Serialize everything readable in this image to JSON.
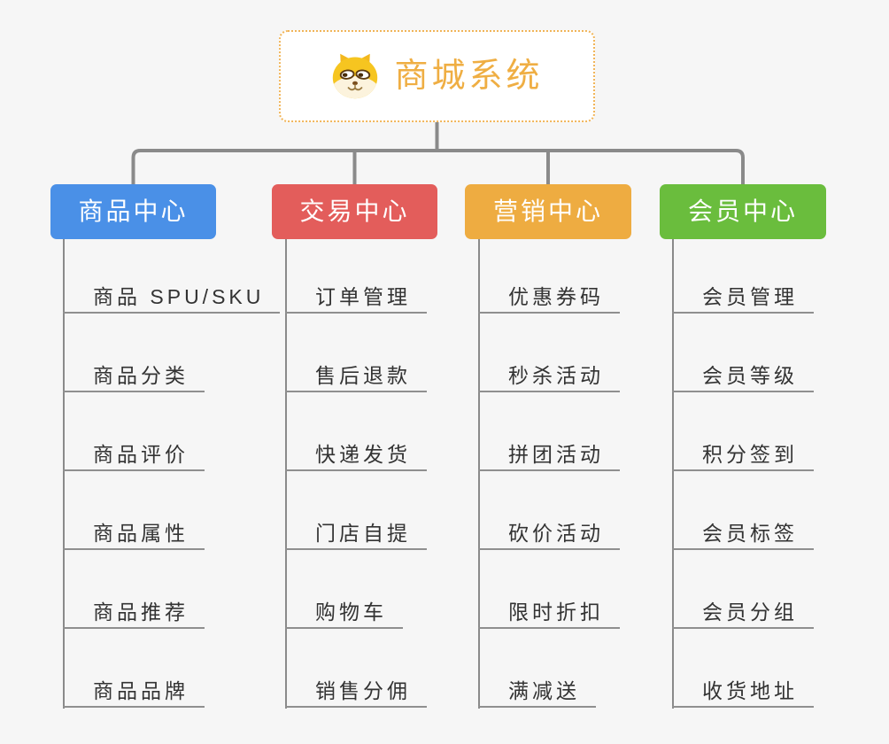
{
  "page": {
    "background_color": "#f6f6f6",
    "connector_color": "#8a8a8a",
    "underline_color": "#8f8f8f"
  },
  "root": {
    "title": "商城系统",
    "icon": "doge-face-icon",
    "text_color": "#efae43",
    "border_color": "#f1b559"
  },
  "branches": [
    {
      "label": "商品中心",
      "color": "#4a90e7",
      "children": [
        "商品 SPU/SKU",
        "商品分类",
        "商品评价",
        "商品属性",
        "商品推荐",
        "商品品牌"
      ]
    },
    {
      "label": "交易中心",
      "color": "#e35d5b",
      "children": [
        "订单管理",
        "售后退款",
        "快递发货",
        "门店自提",
        "购物车",
        "销售分佣"
      ]
    },
    {
      "label": "营销中心",
      "color": "#eeac41",
      "children": [
        "优惠券码",
        "秒杀活动",
        "拼团活动",
        "砍价活动",
        "限时折扣",
        "满减送"
      ]
    },
    {
      "label": "会员中心",
      "color": "#6abd3d",
      "children": [
        "会员管理",
        "会员等级",
        "积分签到",
        "会员标签",
        "会员分组",
        "收货地址"
      ]
    }
  ]
}
